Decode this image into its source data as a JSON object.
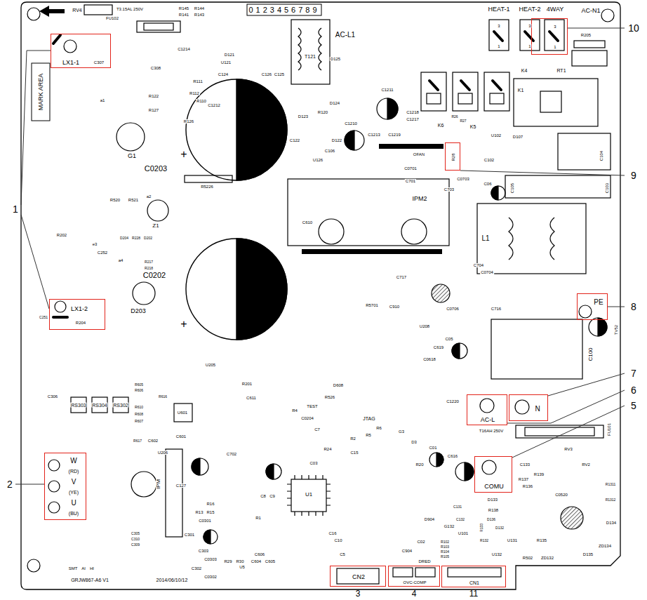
{
  "diagram": {
    "nodes": [
      {
        "text": [
          "LX1-1",
          "C307"
        ]
      },
      {
        "text": [
          "LX1-2",
          "R204"
        ]
      },
      {
        "text": [
          "W",
          "(RD)",
          "V",
          "(YE)",
          "U",
          "(BU)"
        ]
      },
      {
        "text": [
          "CN2"
        ]
      },
      {
        "text": [
          "OVC-COMP"
        ]
      },
      {
        "text": [
          "CN1"
        ]
      },
      {
        "text": [
          "COMU"
        ]
      },
      {
        "text": [
          "AC-L"
        ]
      },
      {
        "text": [
          "N"
        ]
      },
      {
        "text": [
          "PE"
        ]
      },
      {
        "text": [
          "4WAY",
          "3",
          "1"
        ]
      },
      {
        "text": [
          "R28"
        ]
      }
    ],
    "labels": [
      "0123456789",
      "RV4",
      "T3.15AL 250V",
      "FU102",
      "R145",
      "R144",
      "R141",
      "R143",
      "AC-L1",
      "HEAT-1",
      "HEAT-2",
      "3",
      "1",
      "3",
      "1",
      "AC-N1",
      "R205",
      "RT1",
      "K4",
      "K1",
      "K6",
      "K5",
      "R26",
      "R27",
      "C1214",
      "D121",
      "U121",
      "T121",
      "D125",
      "C1211",
      "C1218",
      "C1217",
      "D124",
      "C308",
      "R111",
      "R112",
      "R110",
      "C124",
      "R122",
      "R127",
      "R126",
      "C1212",
      "C126",
      "C125",
      "D123",
      "R120",
      "C122",
      "D122",
      "U126",
      "C106",
      "C1210",
      "C1213",
      "C1219",
      "OFAN",
      "U102",
      "D107",
      "C104",
      "C102",
      "C06",
      "C105",
      "C103",
      "MARK AREA",
      "G1",
      "+",
      "C0203",
      "R5226",
      "R520",
      "R521",
      "a1",
      "a2",
      "Z1",
      "R202",
      "D204",
      "R228",
      "D202",
      "e3",
      "C252",
      "R217",
      "R218",
      "a4",
      "C0202",
      "+",
      "D203",
      "C251",
      "C610",
      "IPM2",
      "C0701",
      "C0703",
      "C701",
      "C703",
      "L1",
      "C704",
      "C0704",
      "C717",
      "C716",
      "C0706",
      "R5701",
      "C910",
      "U208",
      "C619",
      "C0618",
      "C05",
      "C1220",
      "TV52",
      "C100",
      "T16AH 250V",
      "FU101",
      "RV3",
      "C133",
      "RV2",
      "R137",
      "R139",
      "R136",
      "R1311",
      "R1312",
      "D133",
      "C0520",
      "R138",
      "D136",
      "D132",
      "R133",
      "R132",
      "U131",
      "R135",
      "D134",
      "U132",
      "R502",
      "ZD132",
      "D135",
      "ZD134",
      "C131",
      "C132",
      "D904",
      "U101",
      "G132",
      "C904",
      "C02",
      "R102",
      "R103",
      "R104",
      "R105",
      "DRED",
      "C01",
      "C616",
      "R20",
      "D3",
      "G3",
      "R6",
      "JTAG",
      "R4",
      "R5",
      "D608",
      "R526",
      "R201",
      "C611",
      "U205",
      "C306",
      "RS303",
      "RS304",
      "RS302",
      "R605",
      "R606",
      "R616",
      "R610",
      "R608",
      "R607",
      "U601",
      "C601",
      "C602",
      "R617",
      "U206",
      "IPM",
      "C305",
      "C310",
      "C309",
      "C301",
      "C0301",
      "C303",
      "C0303",
      "C302",
      "C0302",
      "U5",
      "R16",
      "R13",
      "R15",
      "C127",
      "C702",
      "C0204",
      "TEST",
      "C03",
      "R24",
      "U1",
      "C8",
      "C9",
      "R1",
      "R2",
      "C7",
      "C15",
      "C16",
      "C10",
      "C5",
      "C606",
      "C605",
      "C604",
      "R29",
      "R30",
      "SMT",
      "AI",
      "HI",
      "GRJW867-A6 V1",
      "2014/06/10/12",
      "1",
      "2",
      "3",
      "4",
      "11",
      "5",
      "6",
      "7",
      "8",
      "9",
      "10"
    ]
  }
}
